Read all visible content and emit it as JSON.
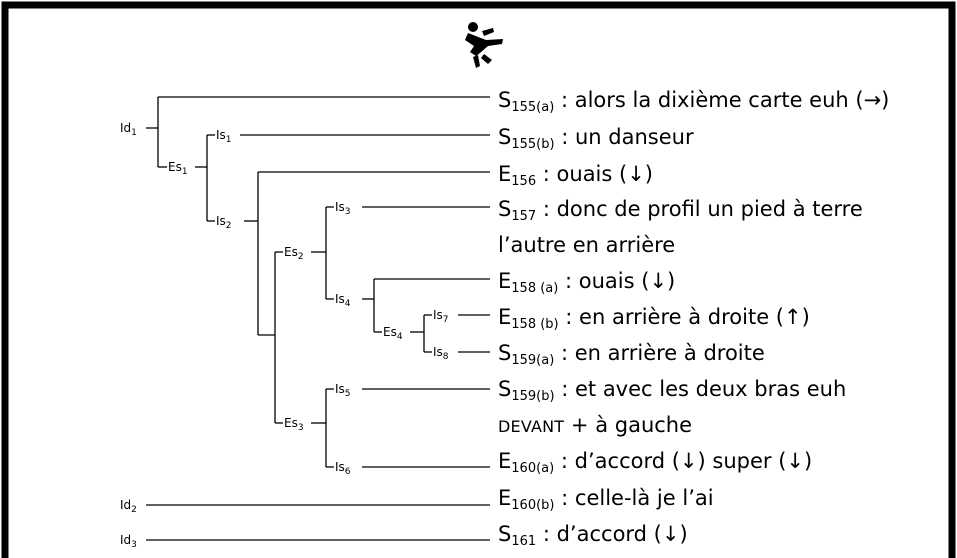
{
  "utterances": [
    {
      "id": "u1",
      "speaker": "S",
      "num": "155(a)",
      "lines": [
        " : alors la dixième carte euh (→)"
      ]
    },
    {
      "id": "u2",
      "speaker": "S",
      "num": "155(b)",
      "lines": [
        " : un danseur"
      ]
    },
    {
      "id": "u3",
      "speaker": "E",
      "num": "156",
      "lines": [
        " : ouais (↓)"
      ]
    },
    {
      "id": "u4",
      "speaker": "S",
      "num": "157",
      "lines": [
        " : donc de profil un pied à terre",
        "l’autre en arrière"
      ]
    },
    {
      "id": "u5",
      "speaker": "E",
      "num": "158 (a)",
      "lines": [
        " : ouais (↓)"
      ]
    },
    {
      "id": "u6",
      "speaker": "E",
      "num": "158 (b)",
      "lines": [
        " : en arrière à droite (↑)"
      ]
    },
    {
      "id": "u7",
      "speaker": "S",
      "num": "159(a)",
      "lines": [
        " : en arrière à droite"
      ]
    },
    {
      "id": "u8",
      "speaker": "S",
      "num": "159(b)",
      "lines": [
        " : et avec les deux bras euh"
      ],
      "line2_smallcaps": "DEVANT",
      "line2_rest": " + à gauche"
    },
    {
      "id": "u9",
      "speaker": "E",
      "num": "160(a)",
      "lines": [
        " : d’accord (↓) super (↓)"
      ]
    },
    {
      "id": "u10",
      "speaker": "E",
      "num": "160(b)",
      "lines": [
        " : celle-là je l’ai"
      ]
    },
    {
      "id": "u11",
      "speaker": "S",
      "num": "161",
      "lines": [
        " : d’accord (↓)"
      ]
    }
  ],
  "nodes": {
    "Id1": {
      "base": "Id",
      "sub": "1"
    },
    "Id2": {
      "base": "Id",
      "sub": "2"
    },
    "Id3": {
      "base": "Id",
      "sub": "3"
    },
    "Es1": {
      "base": "Es",
      "sub": "1"
    },
    "Es2": {
      "base": "Es",
      "sub": "2"
    },
    "Es3": {
      "base": "Es",
      "sub": "3"
    },
    "Es4": {
      "base": "Es",
      "sub": "4"
    },
    "Is1": {
      "base": "Is",
      "sub": "1"
    },
    "Is2": {
      "base": "Is",
      "sub": "2"
    },
    "Is3": {
      "base": "Is",
      "sub": "3"
    },
    "Is4": {
      "base": "Is",
      "sub": "4"
    },
    "Is5": {
      "base": "Is",
      "sub": "5"
    },
    "Is6": {
      "base": "Is",
      "sub": "6"
    },
    "Is7": {
      "base": "Is",
      "sub": "7"
    },
    "Is8": {
      "base": "Is",
      "sub": "8"
    }
  },
  "icon": "dancer-icon"
}
